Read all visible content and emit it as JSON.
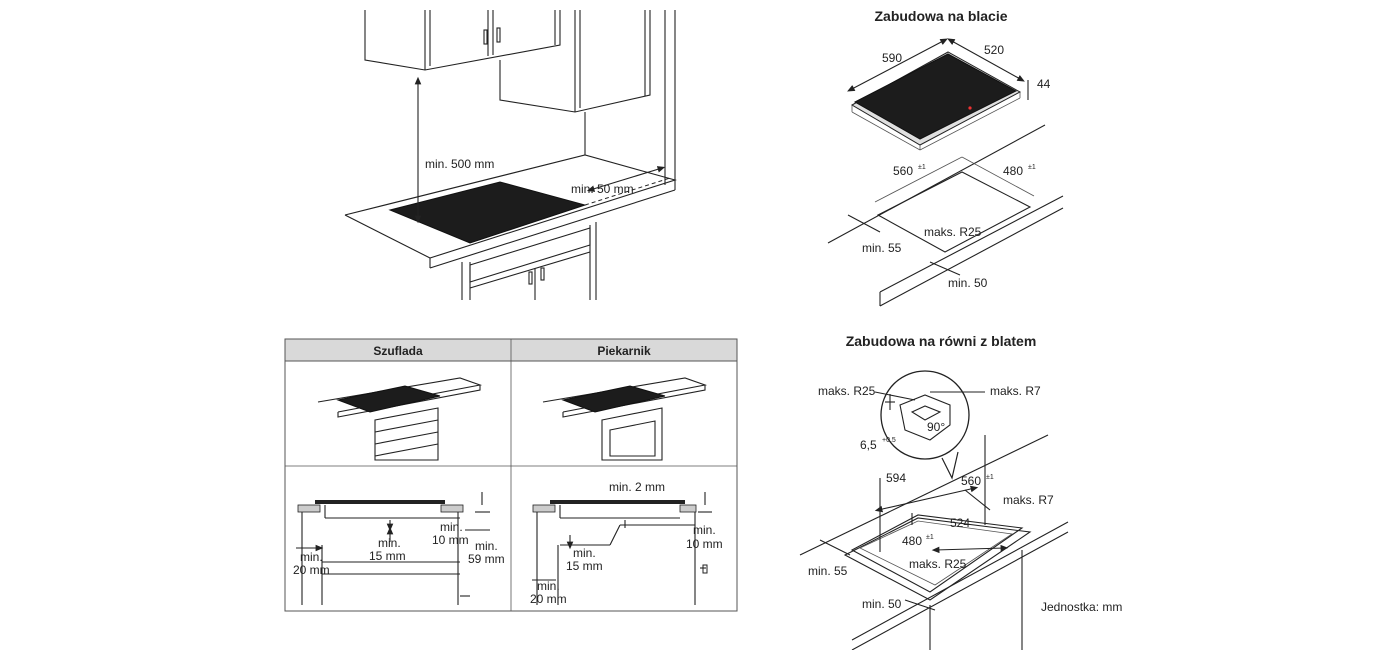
{
  "top_left": {
    "min_500": "min. 500 mm",
    "min_50": "min. 50 mm"
  },
  "surface_mount": {
    "title": "Zabudowa na blacie",
    "width_590": "590",
    "depth_520": "520",
    "height_44": "44",
    "cut_560": "560",
    "cut_560_sup": "±1",
    "cut_480": "480",
    "cut_480_sup": "±1",
    "max_r25": "maks. R25",
    "min_55": "min. 55",
    "min_50": "min. 50"
  },
  "table": {
    "col1_header": "Szuflada",
    "col2_header": "Piekarnik",
    "drawer_min_15": "min.\n15 mm",
    "drawer_min_20": "min.\n20 mm",
    "drawer_min_10": "min.\n10 mm",
    "drawer_min_59": "min.\n59 mm",
    "oven_min_2": "min. 2 mm",
    "oven_min_15": "min.\n15 mm",
    "oven_min_20": "min.\n20 mm",
    "oven_min_10": "min.\n10 mm"
  },
  "flush_mount": {
    "title": "Zabudowa na równi z blatem",
    "max_r25_top": "maks. R25",
    "max_r7_top": "maks. R7",
    "depth_65": "6,5",
    "depth_65_sup": "+0,5",
    "angle_90": "90°",
    "w_594": "594",
    "w_560": "560",
    "w_560_sup": "±1",
    "max_r7": "maks. R7",
    "w_524": "524",
    "d_480": "480",
    "d_480_sup": "±1",
    "max_r25": "maks. R25",
    "min_55": "min. 55",
    "min_50": "min. 50",
    "unit": "Jednostka: mm"
  }
}
